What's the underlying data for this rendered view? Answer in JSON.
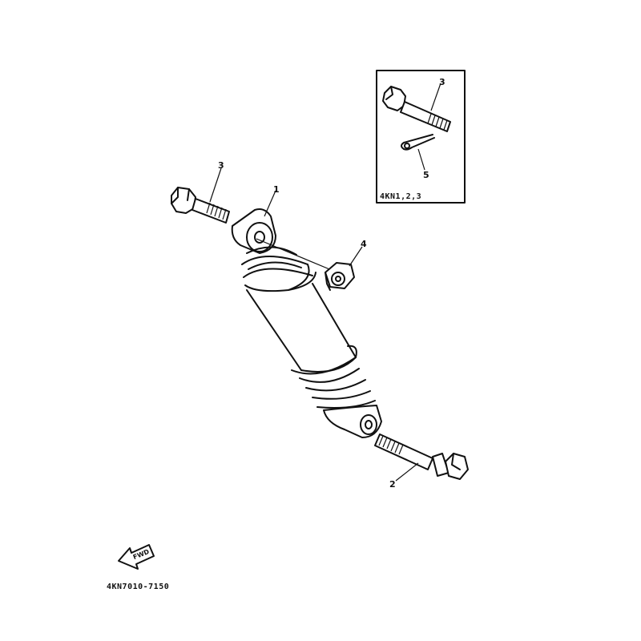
{
  "callouts": {
    "c1": "1",
    "c2": "2",
    "c3_main": "3",
    "c3_inset": "3",
    "c4": "4",
    "c5": "5"
  },
  "inset": {
    "model_label": "4KN1,2,3"
  },
  "fwd_arrow": {
    "label": "FWD",
    "icon": "fwd-arrow-icon"
  },
  "diagram_code": "4KN7010-7150"
}
